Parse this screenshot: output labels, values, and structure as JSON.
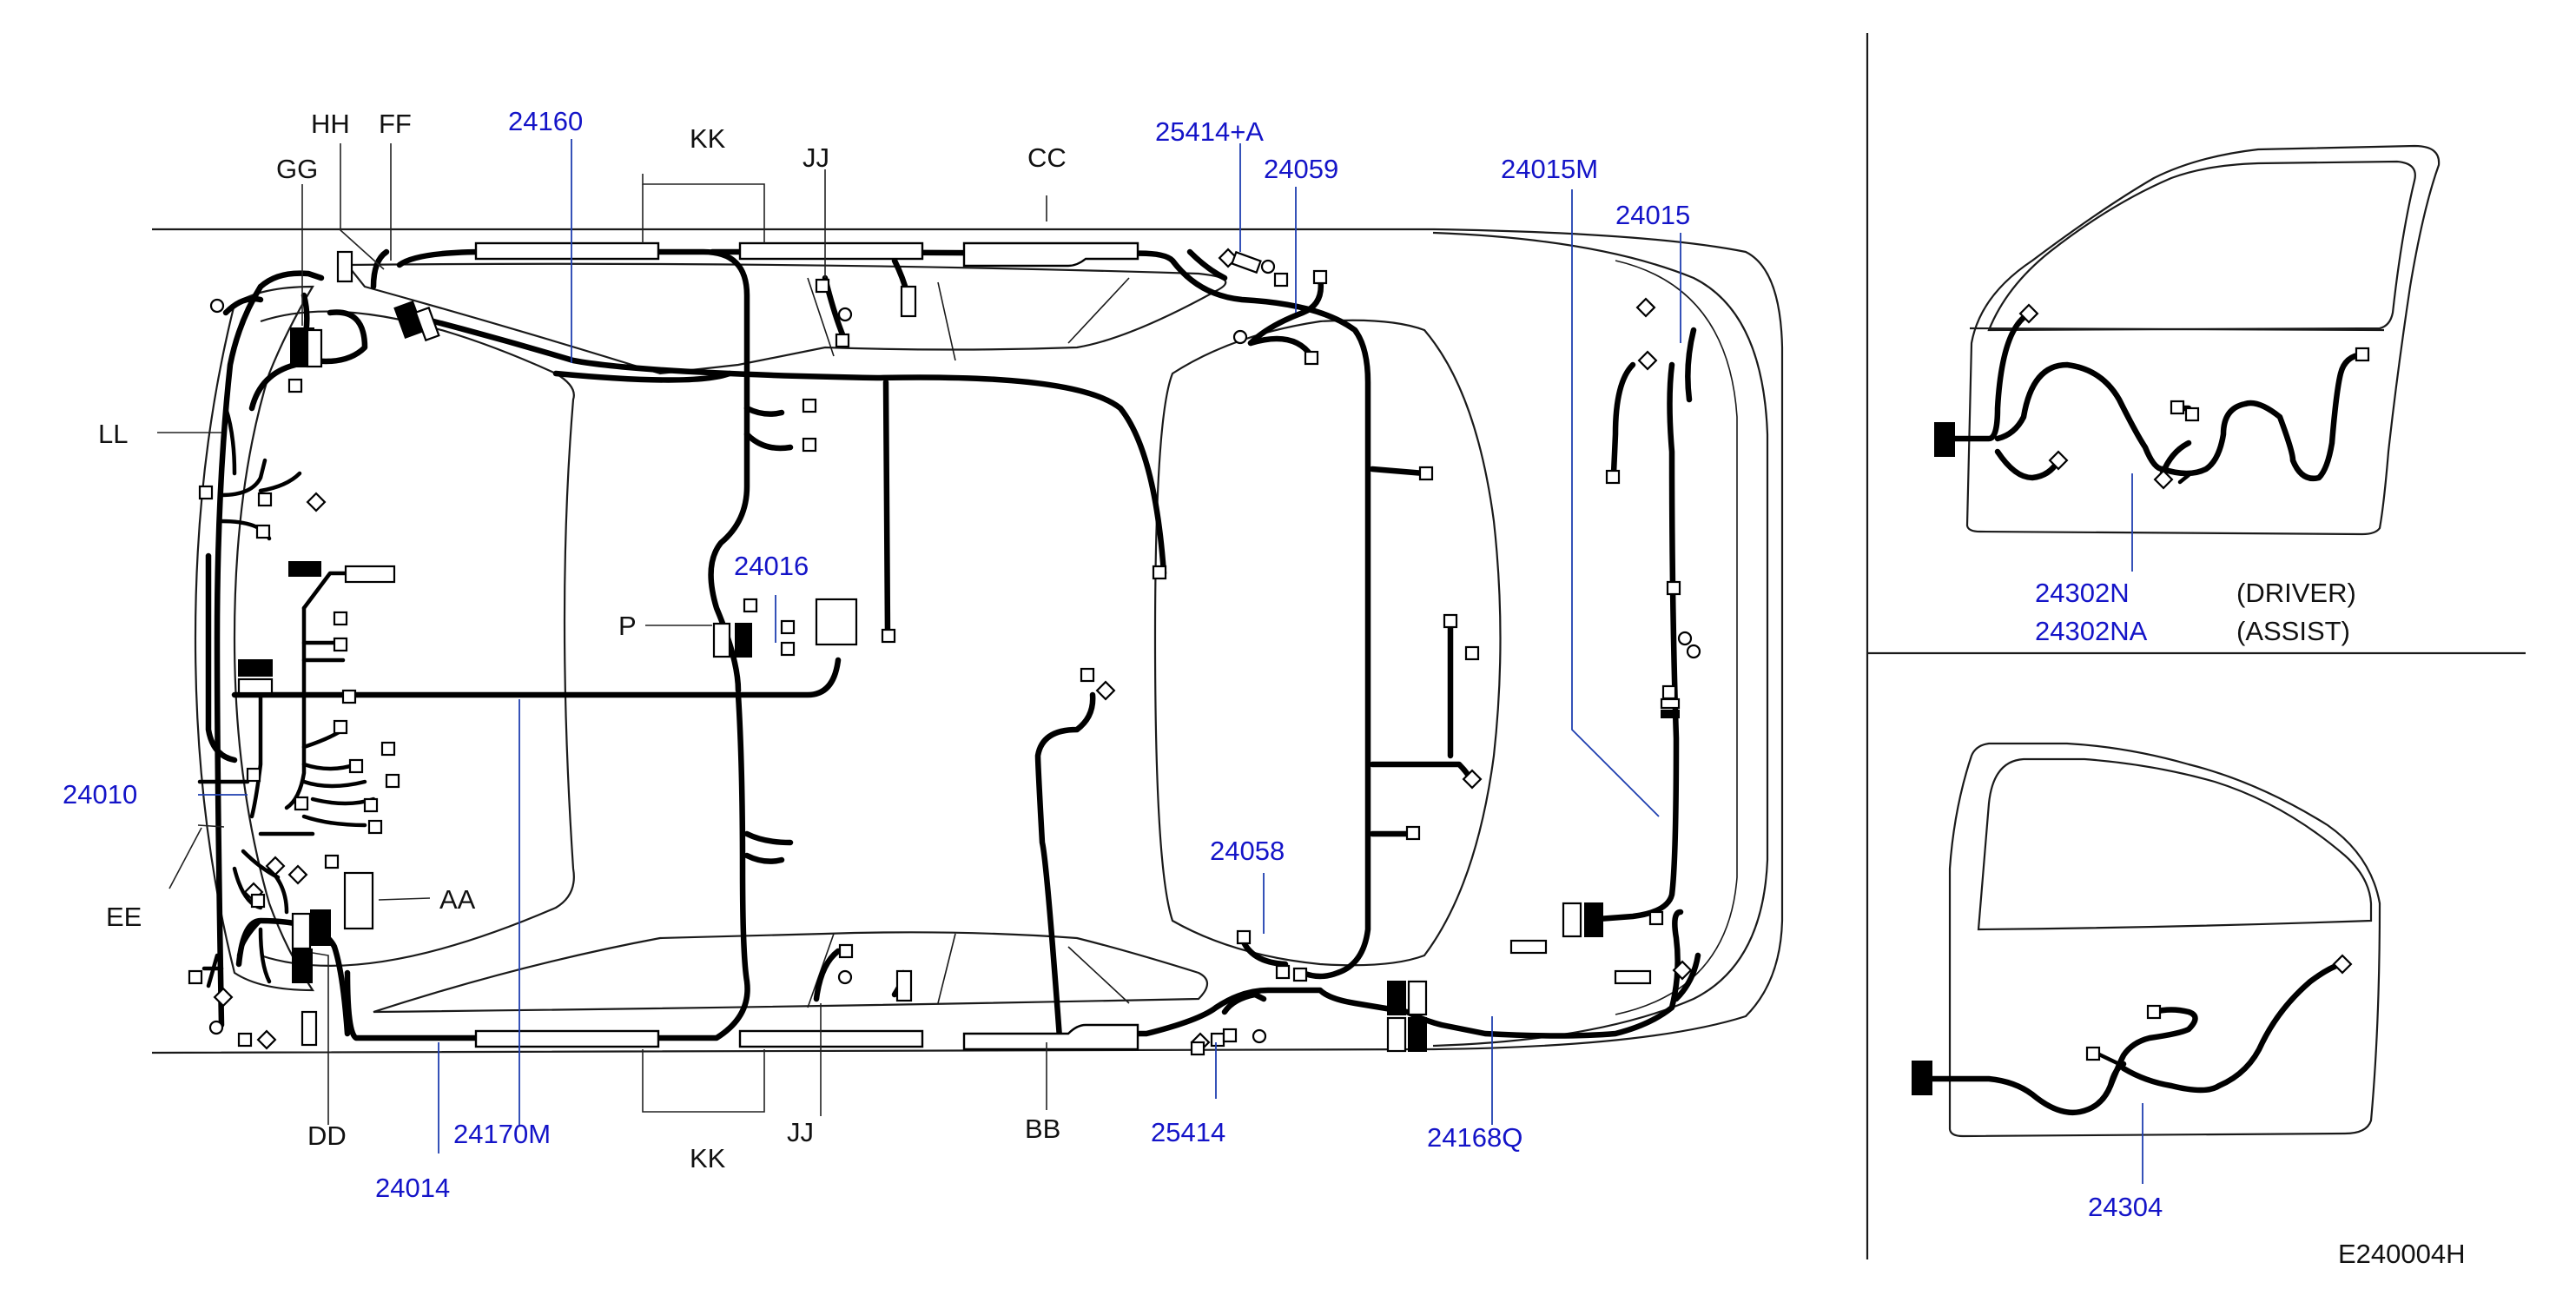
{
  "labels": {
    "hh": "HH",
    "ff": "FF",
    "gg": "GG",
    "ll": "LL",
    "ee": "EE",
    "dd": "DD",
    "aa": "AA",
    "p": "P",
    "kk_top": "KK",
    "kk_bottom": "KK",
    "jj_top": "JJ",
    "jj_bottom": "JJ",
    "cc": "CC",
    "bb": "BB",
    "p24160": "24160",
    "p25414a": "25414+A",
    "p24059": "24059",
    "p24015m": "24015M",
    "p24015": "24015",
    "p24016": "24016",
    "p24010": "24010",
    "p24058": "24058",
    "p24014": "24014",
    "p24170m": "24170M",
    "p25414": "25414",
    "p24168q": "24168Q",
    "p24302n": "24302N",
    "p24302na": "24302NA",
    "driver": "(DRIVER)",
    "assist": "(ASSIST)",
    "p24304": "24304",
    "figure_code": "E240004H"
  },
  "colors": {
    "part_number": "#1414c8",
    "callout": "#111111",
    "wire": "#000000"
  }
}
